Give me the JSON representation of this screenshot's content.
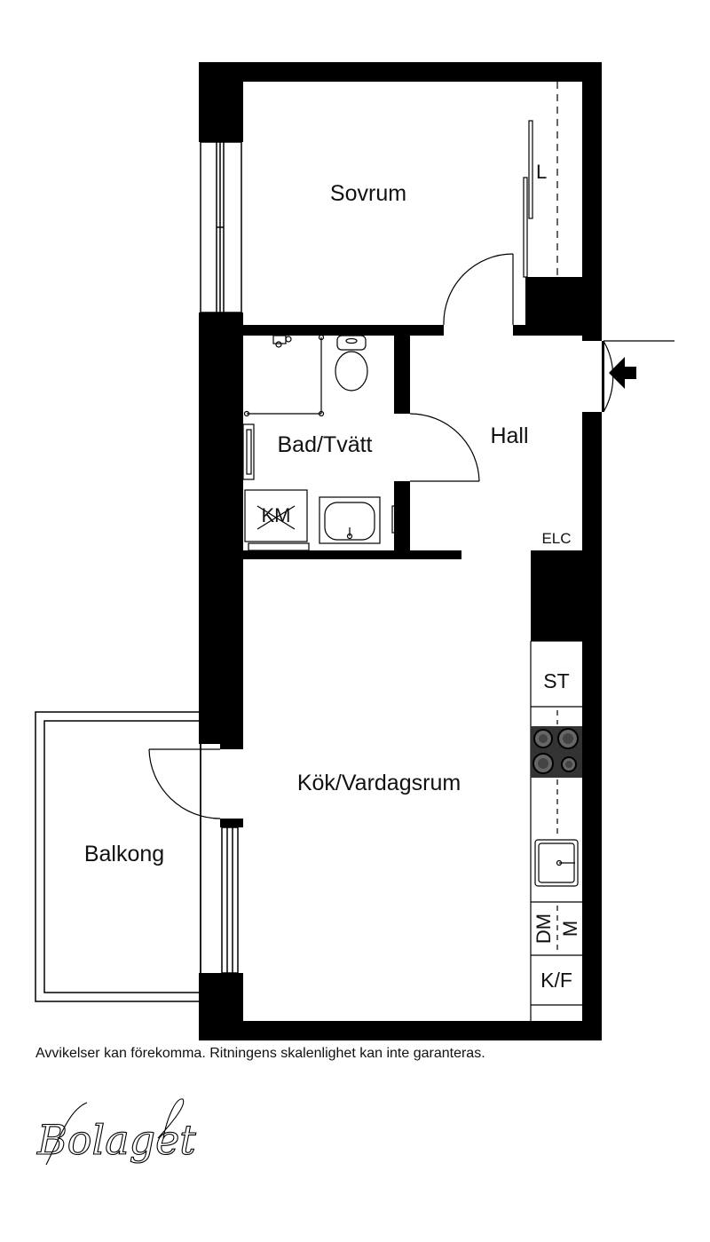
{
  "rooms": {
    "sovrum": "Sovrum",
    "bad": "Bad/Tvätt",
    "hall": "Hall",
    "kok": "Kök/Vardagsrum",
    "balkong": "Balkong"
  },
  "fixtures": {
    "wardrobe": "L",
    "washer": "KM",
    "electric_cabinet": "ELC",
    "storage": "ST",
    "dishwasher": "DM",
    "microwave": "M",
    "fridge_freezer": "K/F"
  },
  "footer": {
    "disclaimer": "Avvikelser kan förekomma. Ritningens skalenlighet kan inte garanteras."
  },
  "brand": {
    "logo_text": "Bolaget"
  },
  "colors": {
    "wall": "#000000",
    "background": "#ffffff",
    "stove": "#333333"
  }
}
